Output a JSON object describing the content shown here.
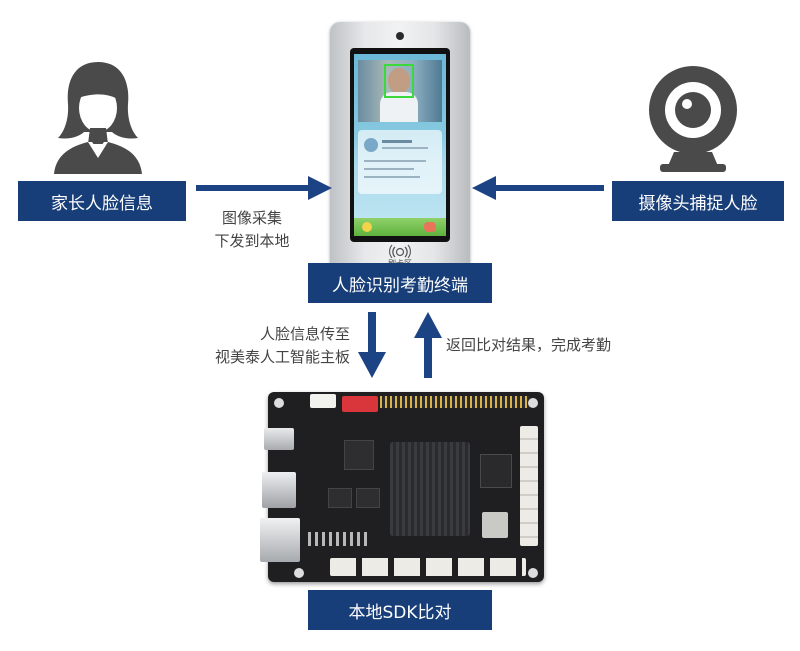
{
  "colors": {
    "box_bg": "#173e78",
    "box_text": "#ffffff",
    "arrow": "#1c4384",
    "caption_text": "#444444",
    "icon_gray": "#4a4a4a"
  },
  "nodes": {
    "parent": {
      "label": "家长人脸信息",
      "icon": "person-silhouette-icon"
    },
    "camera": {
      "label": "摄像头捕捉人脸",
      "icon": "webcam-icon"
    },
    "terminal": {
      "label": "人脸识别考勤终端",
      "card_zone_text": "刷卡区",
      "icon": "nfc-card-icon"
    },
    "board": {
      "label": "本地SDK比对"
    }
  },
  "edges": {
    "parent_to_terminal": {
      "line1": "图像采集",
      "line2": "下发到本地"
    },
    "terminal_to_board": {
      "line1": "人脸信息传至",
      "line2": "视美泰人工智能主板"
    },
    "board_to_terminal": {
      "label": "返回比对结果，完成考勤"
    }
  }
}
